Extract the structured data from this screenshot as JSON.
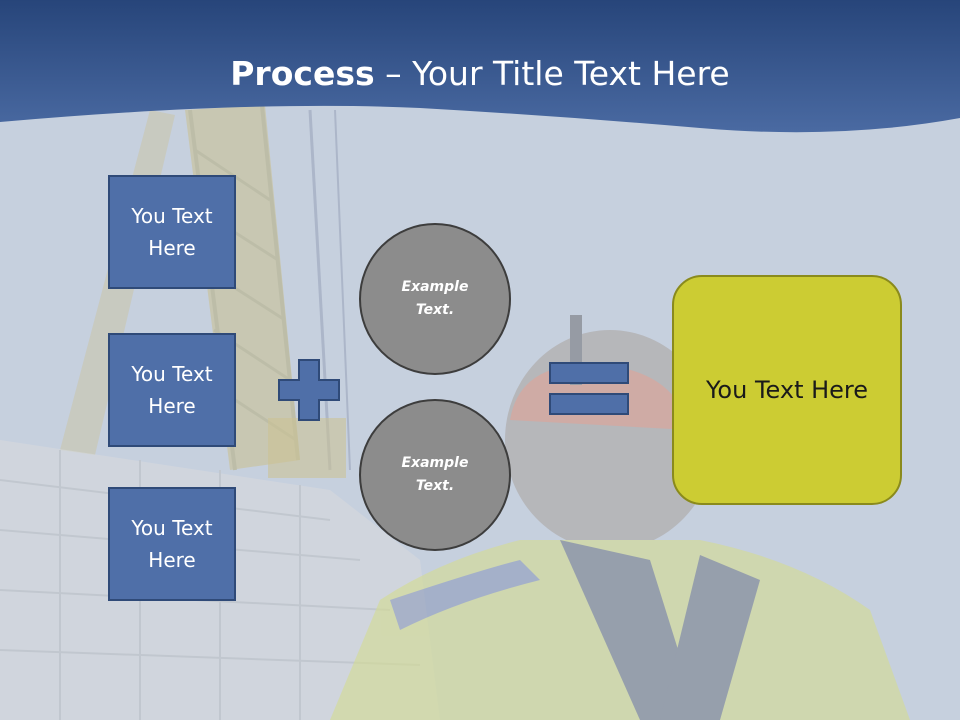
{
  "slide": {
    "title_bold": "Process",
    "title_rest": " – Your Title Text Here",
    "boxes": [
      {
        "label": "You Text Here"
      },
      {
        "label": "You Text Here"
      },
      {
        "label": "You Text Here"
      }
    ],
    "circles": [
      {
        "label": "Example Text."
      },
      {
        "label": "Example Text."
      }
    ],
    "result": {
      "label": "You Text Here"
    }
  },
  "colors": {
    "header_blue": "#2e4f86",
    "box_blue": "#4f6fa8",
    "circle_gray": "#8c8c8c",
    "result_yellow": "#cccc33"
  }
}
